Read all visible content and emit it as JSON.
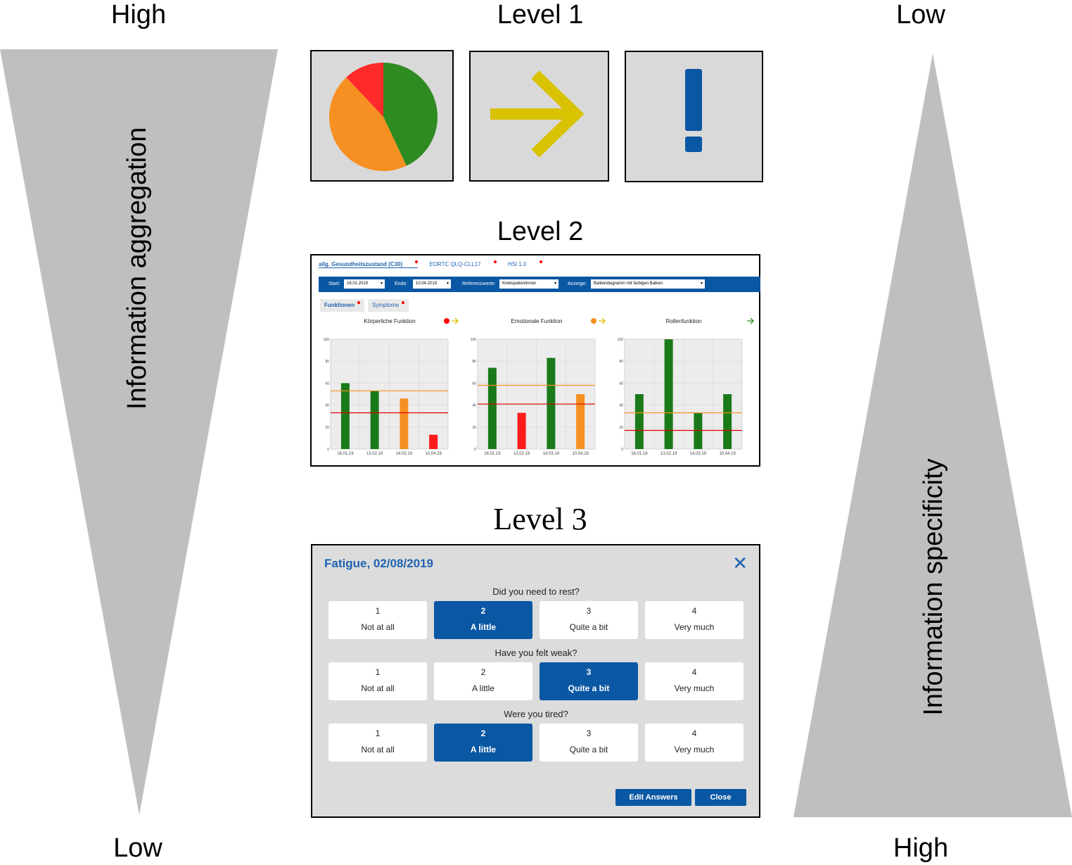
{
  "left_axis": {
    "top_label": "High",
    "bottom_label": "Low",
    "caption": "Information aggregation"
  },
  "right_axis": {
    "top_label": "Low",
    "bottom_label": "High",
    "caption": "Information specificity"
  },
  "level1": {
    "title": "Level 1",
    "icons": [
      "pie-chart-icon",
      "arrow-right-icon",
      "exclamation-icon"
    ],
    "pie_shares": {
      "green": 0.43,
      "orange": 0.45,
      "red": 0.12
    },
    "colors": {
      "green": "#2e8b22",
      "orange": "#f79022",
      "red": "#ff2a2a",
      "arrow": "#d9c200",
      "exclaim": "#0a57a4",
      "box": "#d9d9d9"
    }
  },
  "level2": {
    "title": "Level 2",
    "tabs": [
      "allg. Gesundheitszustand (C30)",
      "EORTC QLQ-CLL17",
      "HSI 1.0"
    ],
    "filters": {
      "start_label": "Start:",
      "start_value": "16.01.2019",
      "end_label": "Ende:",
      "end_value": "10.04.2019",
      "ref_label": "Referenzwerte:",
      "ref_value": "Krebspatientinnen",
      "view_label": "Anzeige:",
      "view_value": "Balkendiagramm mit farbigen Balken"
    },
    "subtabs": [
      "Funktionen",
      "Symptome"
    ]
  },
  "chart_data": [
    {
      "type": "bar",
      "title": "Körperliche Funktion",
      "categories": [
        "16.01.19",
        "13.02.19",
        "14.03.19",
        "10.04.19"
      ],
      "values": [
        60,
        53,
        46,
        13
      ],
      "bar_colors": [
        "#1a7a1a",
        "#1a7a1a",
        "#f79022",
        "#ff1a1a"
      ],
      "reference_lines": [
        {
          "color": "#f79022",
          "value": 53
        },
        {
          "color": "#e00000",
          "value": 33
        }
      ],
      "yticks": [
        0,
        20,
        40,
        60,
        80,
        100
      ],
      "ylim": [
        0,
        100
      ],
      "indicator": [
        "red-dot",
        "yellow-arrow"
      ]
    },
    {
      "type": "bar",
      "title": "Emotionale Funktion",
      "categories": [
        "16.01.19",
        "13.02.19",
        "14.03.19",
        "10.04.19"
      ],
      "values": [
        74,
        33,
        83,
        50
      ],
      "bar_colors": [
        "#1a7a1a",
        "#ff1a1a",
        "#1a7a1a",
        "#f79022"
      ],
      "reference_lines": [
        {
          "color": "#f79022",
          "value": 58
        },
        {
          "color": "#e00000",
          "value": 41
        }
      ],
      "yticks": [
        0,
        20,
        40,
        60,
        80,
        100
      ],
      "ylim": [
        0,
        100
      ],
      "indicator": [
        "orange-dot",
        "yellow-arrow"
      ]
    },
    {
      "type": "bar",
      "title": "Rollenfunktion",
      "categories": [
        "16.01.19",
        "13.02.19",
        "14.03.19",
        "10.04.19"
      ],
      "values": [
        50,
        100,
        33,
        50
      ],
      "bar_colors": [
        "#1a7a1a",
        "#1a7a1a",
        "#1a7a1a",
        "#1a7a1a"
      ],
      "reference_lines": [
        {
          "color": "#f79022",
          "value": 33
        },
        {
          "color": "#e00000",
          "value": 17
        }
      ],
      "yticks": [
        0,
        20,
        40,
        60,
        80,
        100
      ],
      "ylim": [
        0,
        100
      ],
      "indicator": [
        "green-arrow"
      ]
    }
  ],
  "level3": {
    "title": "Level 3",
    "dialog_title": "Fatigue, 02/08/2019",
    "questions": [
      {
        "text": "Did you need to rest?",
        "selected": 2
      },
      {
        "text": "Have you felt weak?",
        "selected": 3
      },
      {
        "text": "Were you tired?",
        "selected": 2
      }
    ],
    "options": [
      {
        "num": "1",
        "label": "Not at all"
      },
      {
        "num": "2",
        "label": "A little"
      },
      {
        "num": "3",
        "label": "Quite a bit"
      },
      {
        "num": "4",
        "label": "Very much"
      }
    ],
    "edit_button": "Edit Answers",
    "close_button": "Close"
  }
}
